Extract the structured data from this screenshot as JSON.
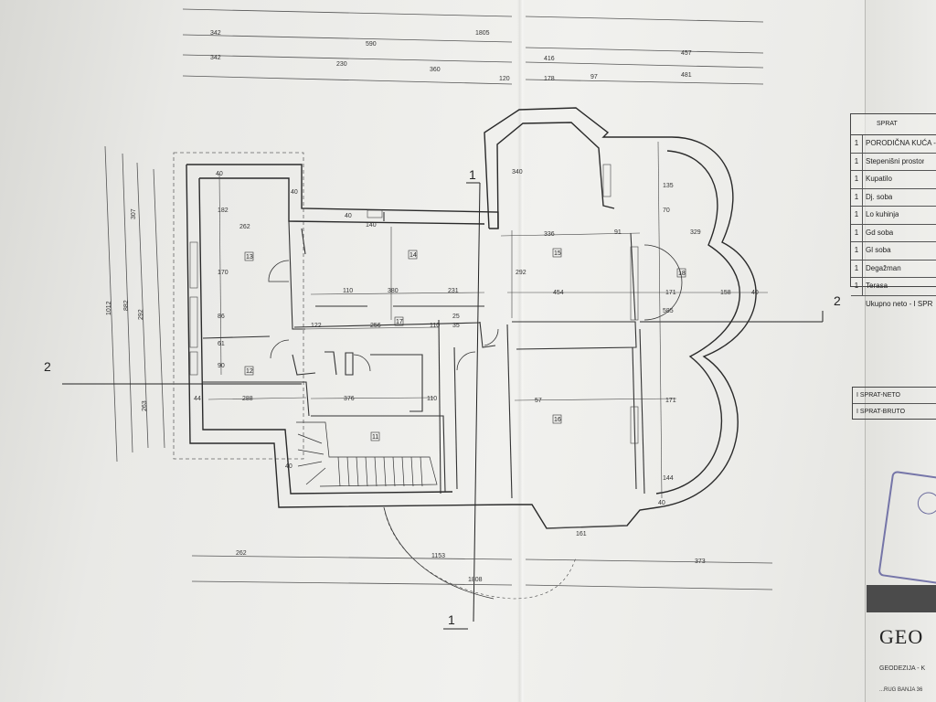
{
  "sections": {
    "cut1_top": "1",
    "cut1_bottom": "1",
    "cut2_left": "2",
    "cut2_right": "2"
  },
  "rooms": {
    "r11": "11",
    "r12": "12",
    "r13": "13",
    "r14": "14",
    "r15": "15",
    "r16": "16",
    "r17": "17",
    "r18": "18"
  },
  "dims_top": {
    "d342a": "342",
    "d590": "590",
    "d1805": "1805",
    "d342b": "342",
    "d230": "230",
    "d360": "360",
    "d416": "416",
    "d457": "457",
    "d120": "120",
    "d178": "178",
    "d97": "97",
    "d481": "481"
  },
  "dims_left": {
    "d307": "307",
    "d882": "882",
    "d1012": "1012",
    "d292": "292",
    "d263": "263"
  },
  "dims_bottom": {
    "d262": "262",
    "d1153": "1153",
    "d373": "373",
    "d1808": "1808",
    "d161": "161"
  },
  "dims_interior": {
    "i40a": "40",
    "i182": "182",
    "i40b": "40",
    "i262": "262",
    "i170": "170",
    "i86": "86",
    "i61": "61",
    "i90": "90",
    "i40c": "40",
    "i140": "140",
    "i110a": "110",
    "i380": "380",
    "i231": "231",
    "i122": "122",
    "i256": "256",
    "i110b": "110",
    "i35": "35",
    "i25": "25",
    "i376": "376",
    "i44": "44",
    "i288": "288",
    "i110c": "110",
    "i336": "336",
    "i91": "91",
    "i329": "329",
    "i454": "454",
    "i171a": "171",
    "i158": "158",
    "i40d": "40",
    "i57": "57",
    "i171b": "171",
    "i340": "340",
    "i135": "135",
    "i70": "70",
    "i585": "585",
    "i144": "144",
    "i40e": "40",
    "i292": "292",
    "i40f": "40"
  },
  "legend": {
    "header": "SPRAT",
    "rows": [
      {
        "n": "1",
        "t": "PORODIČNA KUĆA - Pet"
      },
      {
        "n": "1",
        "t": "Stepenišni prostor"
      },
      {
        "n": "1",
        "t": "Kupatilo"
      },
      {
        "n": "1",
        "t": "Dj. soba"
      },
      {
        "n": "1",
        "t": "Lo kuhinja"
      },
      {
        "n": "1",
        "t": "Gd soba"
      },
      {
        "n": "1",
        "t": "Gl soba"
      },
      {
        "n": "1",
        "t": "Degažman"
      },
      {
        "n": "1",
        "t": "Terasa"
      }
    ],
    "footer": "Ukupno neto - I SPR"
  },
  "totals": {
    "neto": "I SPRAT-NETO",
    "bruto": "I SPRAT-BRUTO"
  },
  "logo": {
    "name": "GEO",
    "sub": "GEODEZIJA - K",
    "bottom": "...RUG BANJA 36"
  },
  "colors": {
    "ink": "#2a2a2a",
    "paper": "#efefec",
    "stamp": "#4a4a8a"
  }
}
